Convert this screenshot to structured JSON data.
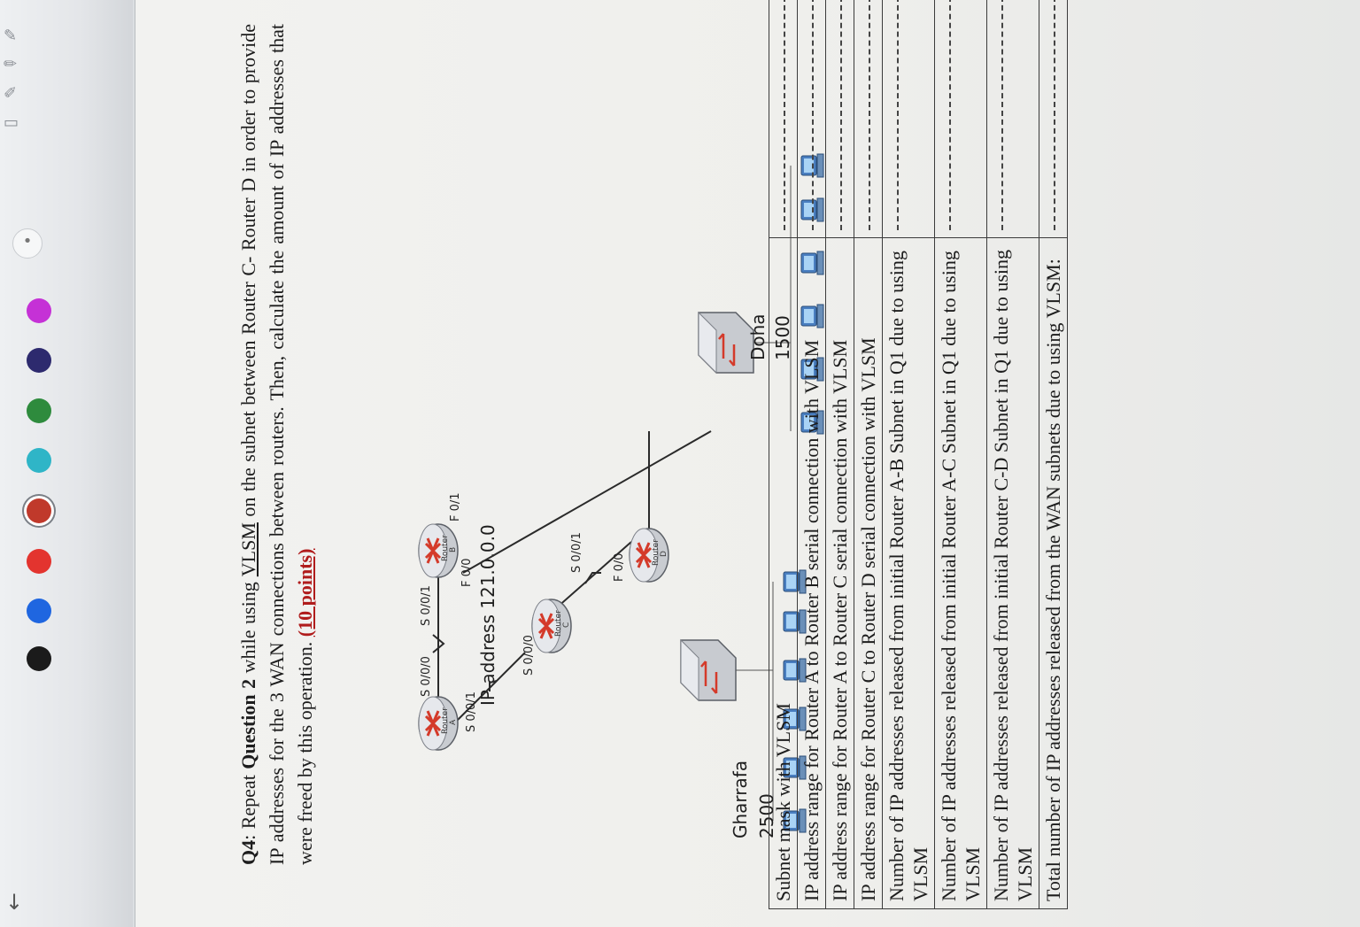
{
  "toolbar": {
    "colors": [
      "#1b1b1b",
      "#1f66e0",
      "#e3342f",
      "#c0392b",
      "#2fb5c7",
      "#2e8b3d",
      "#2d2a6e",
      "#c531d6"
    ],
    "icons": [
      "pen-icon",
      "pencil-icon",
      "marker-icon",
      "eraser-icon",
      "more-icon",
      "back-arrow-icon"
    ]
  },
  "question": {
    "label": "Q4",
    "p1": ": Repeat ",
    "ref": "Question 2",
    "p2": " while using ",
    "method": "VLSM",
    "p3": " on the subnet between Router C- Router D in order to provide IP addresses for the 3 WAN connections between routers. Then, calculate the amount of IP addresses that were freed by this operation. ",
    "points": "(10 points)"
  },
  "diagram": {
    "title": "IP address 121.0.0.0",
    "site_left_name": "Gharrafa",
    "site_left_hosts": "2500",
    "site_right_name": "Doha",
    "site_right_hosts": "1500",
    "router_a_line1": "Router",
    "router_a_line2": "A",
    "router_b_line1": "Router",
    "router_b_line2": "B",
    "router_c_line1": "Router",
    "router_c_line2": "C",
    "router_d_line1": "Router",
    "router_d_line2": "D",
    "a_s000": "S 0/0/0",
    "a_s001": "S 0/0/1",
    "b_s001": "S 0/0/1",
    "b_f00": "F 0/0",
    "b_f01": "F 0/1",
    "c_s000": "S 0/0/0",
    "c_s001": "S 0/0/1",
    "d_f00": "F 0/0"
  },
  "table": {
    "rows": [
      "Subnet mask with VLSM",
      "IP address range for Router A to Router B serial connection with VLSM",
      "IP address range for Router A to Router C serial connection with VLSM",
      "IP address range for Router C to Router D serial connection with VLSM",
      "Number of IP addresses released from initial Router A-B Subnet in Q1 due to using VLSM",
      "Number of IP addresses released from initial Router A-C Subnet in Q1 due to using VLSM",
      "Number of IP addresses released from initial Router C-D Subnet in Q1 due to using VLSM",
      "Total number of IP addresses released from the WAN subnets due to using VLSM:"
    ]
  }
}
